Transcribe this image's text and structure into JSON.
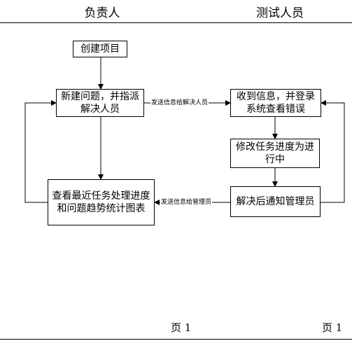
{
  "lanes": {
    "left": "负责人",
    "right": "测试人员"
  },
  "nodes": {
    "create_project": "创建项目",
    "new_issue": "新建问题，并指派解决人员",
    "receive_info": "收到信息，并登录系统查看错误",
    "update_progress": "修改任务进度为进行中",
    "resolve_notify": "解决后通知管理员",
    "view_stats": "查看最近任务处理进度和问题趋势统计图表"
  },
  "edge_labels": {
    "to_resolver": "发送信息给解决人员",
    "to_manager": "发送信息给管理员"
  },
  "footer": {
    "page_left": "页 1",
    "page_right": "页 1"
  }
}
